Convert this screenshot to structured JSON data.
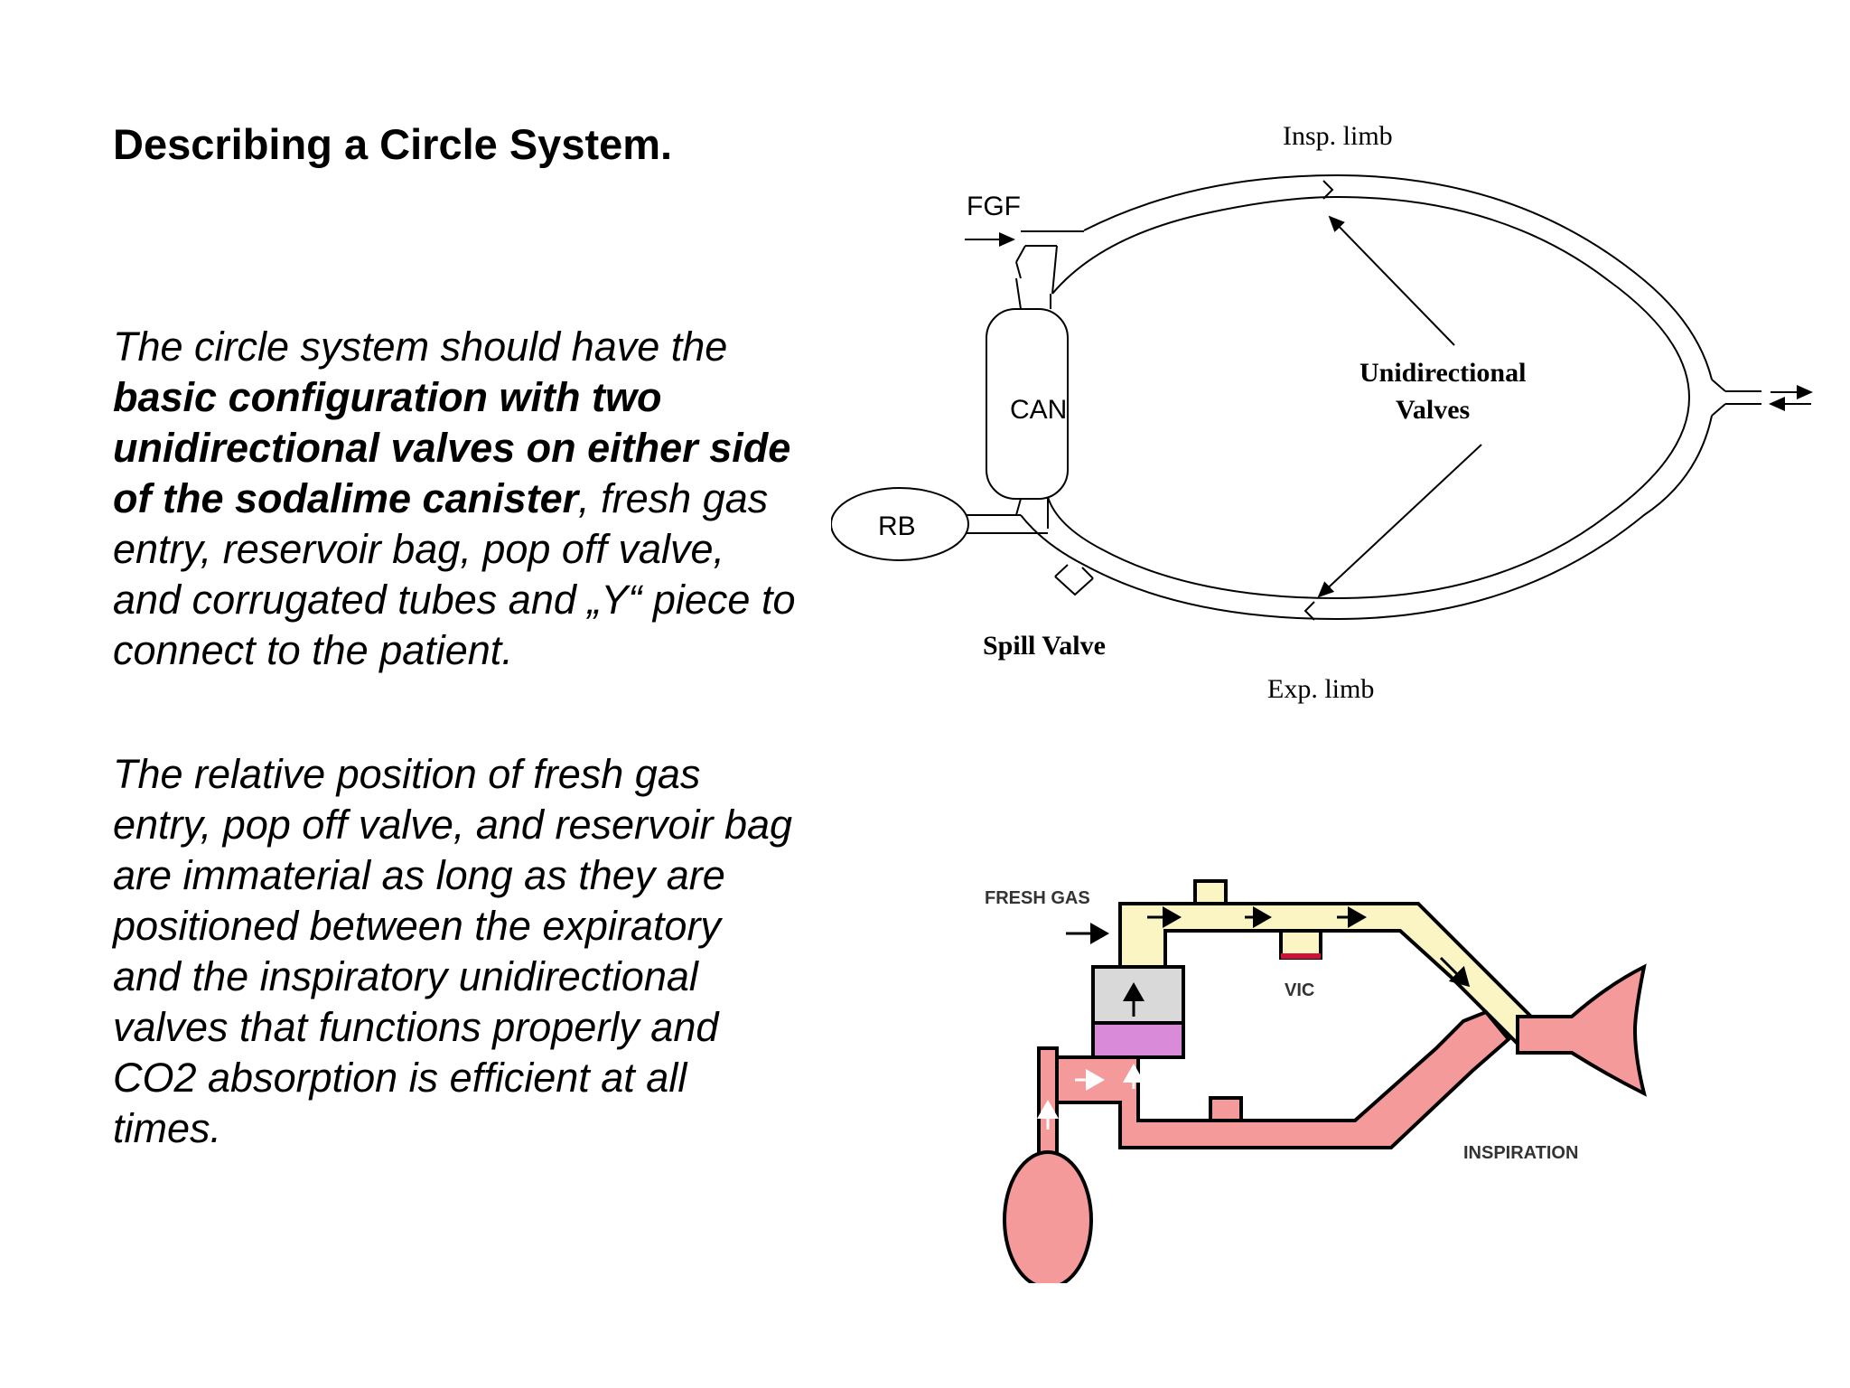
{
  "slide": {
    "title": "Describing a Circle System.",
    "paragraph1": {
      "lead": "The circle system should have the ",
      "bold": "basic configuration with two unidirectional valves on either side of the sodalime canister",
      "tail": ", fresh gas entry, reservoir bag, pop off valve, and corrugated tubes and „Y“ piece to connect to the patient."
    },
    "paragraph2": "The relative position of fresh gas entry, pop off valve, and reservoir bag are immaterial as long as they are positioned between the expiratory and the inspiratory unidirectional valves that functions properly and CO2 absorption is efficient at all times."
  },
  "diagram1": {
    "insp_limb": "Insp. limb",
    "fgf": "FGF",
    "can": "CAN",
    "rb": "RB",
    "valves_line1": "Unidirectional",
    "valves_line2": "Valves",
    "spill_valve": "Spill Valve",
    "exp_limb": "Exp. limb"
  },
  "diagram2": {
    "fresh_gas": "FRESH GAS",
    "vic": "VIC",
    "inspiration": "INSPIRATION",
    "colors": {
      "inspired": "#fbf5c4",
      "expired": "#f49a9a",
      "lime_top": "#d9d9d9",
      "lime_used": "#d98ad9",
      "valve_red": "#d0103a"
    }
  }
}
